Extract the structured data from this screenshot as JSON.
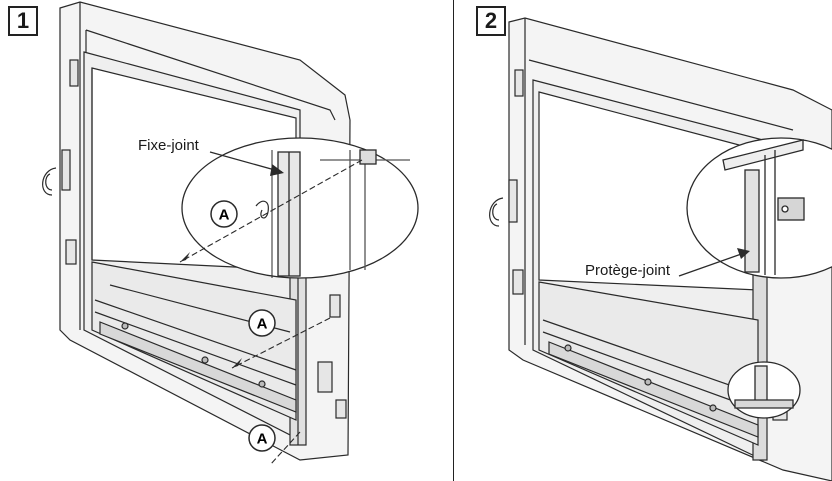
{
  "steps": {
    "step1": {
      "number": "1",
      "callout": "Fixe-joint",
      "marker": "A"
    },
    "step2": {
      "number": "2",
      "callout": "Protège-joint"
    }
  },
  "colors": {
    "line": "#2a2a2a",
    "fill_light": "#f2f2f2",
    "fill_mid": "#e4e4e4",
    "fill_dark": "#cfcfcf"
  }
}
